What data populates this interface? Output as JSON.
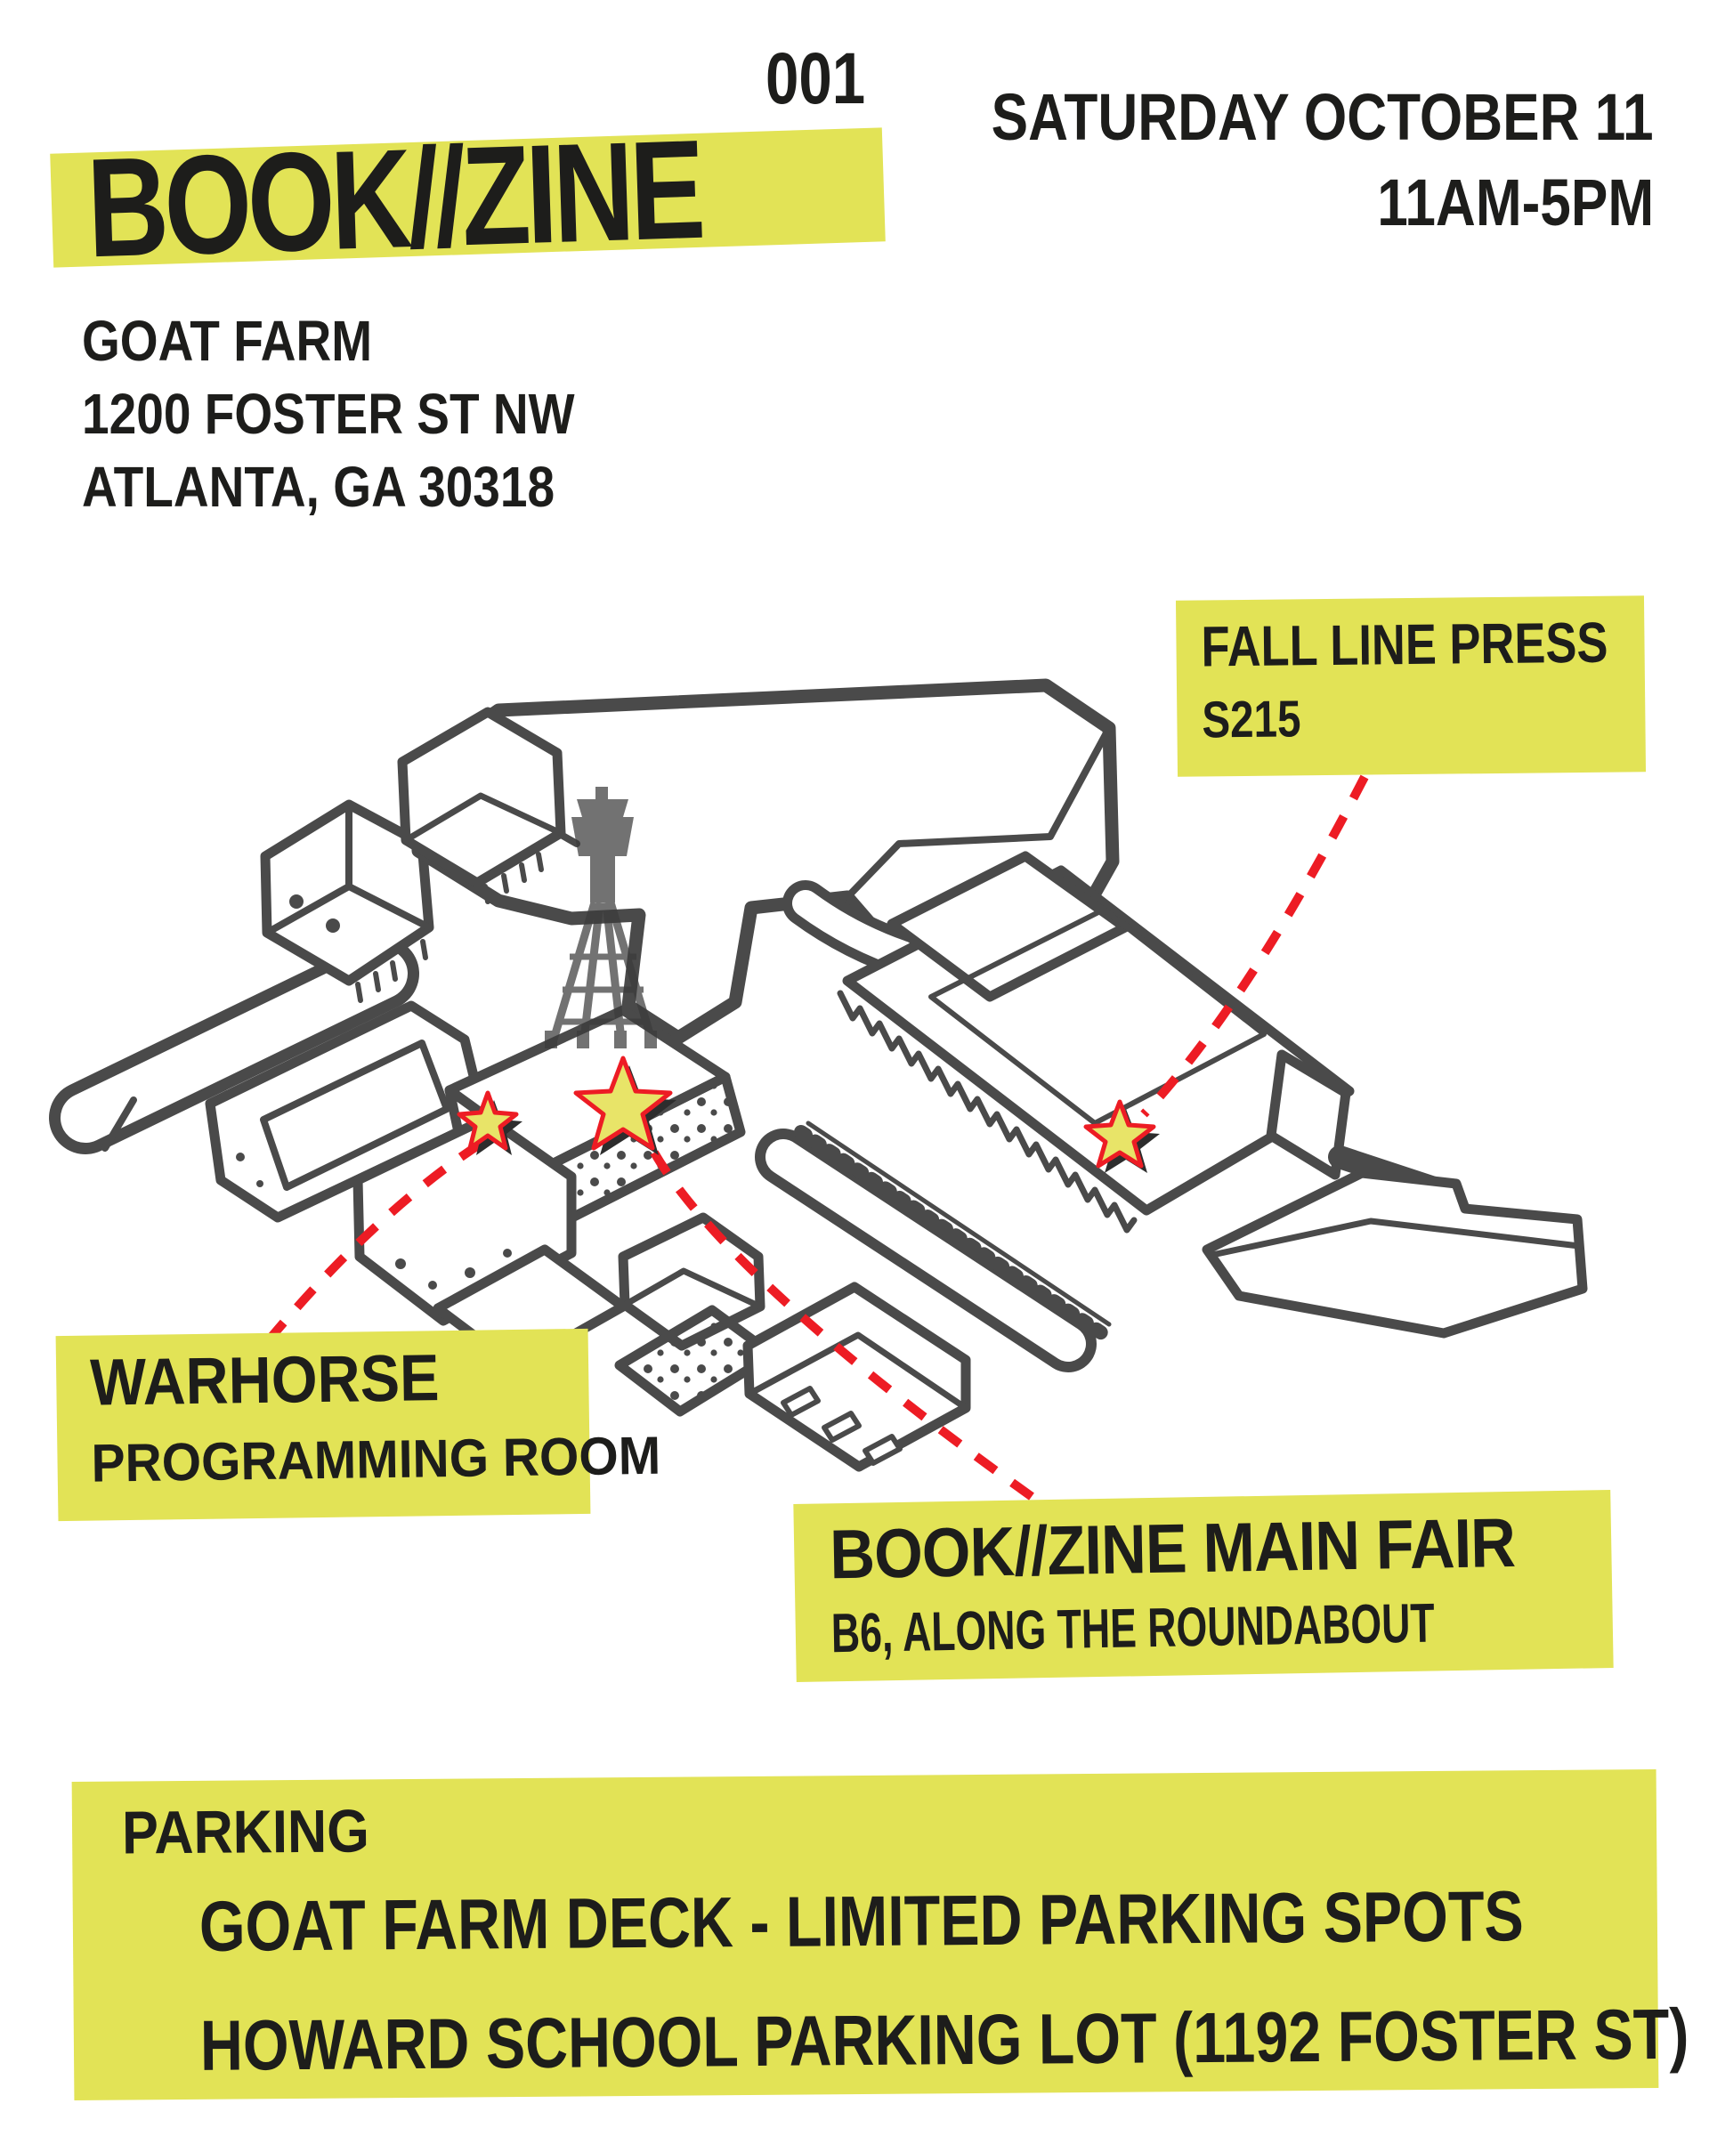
{
  "poster": {
    "issue_number": "001",
    "title": "BOOK//ZINE",
    "schedule": {
      "date": "SATURDAY OCTOBER 11",
      "time": "11AM-5PM"
    },
    "venue": {
      "name": "GOAT FARM",
      "street": "1200 FOSTER ST NW",
      "city_state_zip": "ATLANTA, GA 30318"
    },
    "callouts": {
      "fall_line_press": {
        "title": "FALL LINE PRESS",
        "location": "S215"
      },
      "warhorse": {
        "title": "WARHORSE",
        "location": "PROGRAMMING ROOM"
      },
      "main_fair": {
        "title": "BOOK//ZINE MAIN FAIR",
        "location": "B6, ALONG THE ROUNDABOUT"
      }
    },
    "parking": {
      "heading": "PARKING",
      "options": [
        "GOAT FARM DECK - LIMITED PARKING SPOTS",
        "HOWARD SCHOOL PARKING LOT (1192 FOSTER ST)"
      ]
    },
    "map": {
      "kind": "hand-drawn isometric site map of the Goat Farm campus",
      "markers": [
        {
          "name": "warhorse-star",
          "points_to": "WARHORSE PROGRAMMING ROOM"
        },
        {
          "name": "main-fair-star",
          "points_to": "BOOK//ZINE MAIN FAIR B6"
        },
        {
          "name": "fall-line-star",
          "points_to": "FALL LINE PRESS S215"
        }
      ],
      "icons": [
        "water-tower-icon",
        "star-marker-icon"
      ]
    },
    "colors": {
      "highlight_yellow": "#e2e356",
      "ink": "#1d1d1b",
      "map_outline": "#4a4a4a",
      "leader_red": "#ed1c24",
      "star_fill": "#e8e468",
      "background": "#ffffff"
    }
  }
}
